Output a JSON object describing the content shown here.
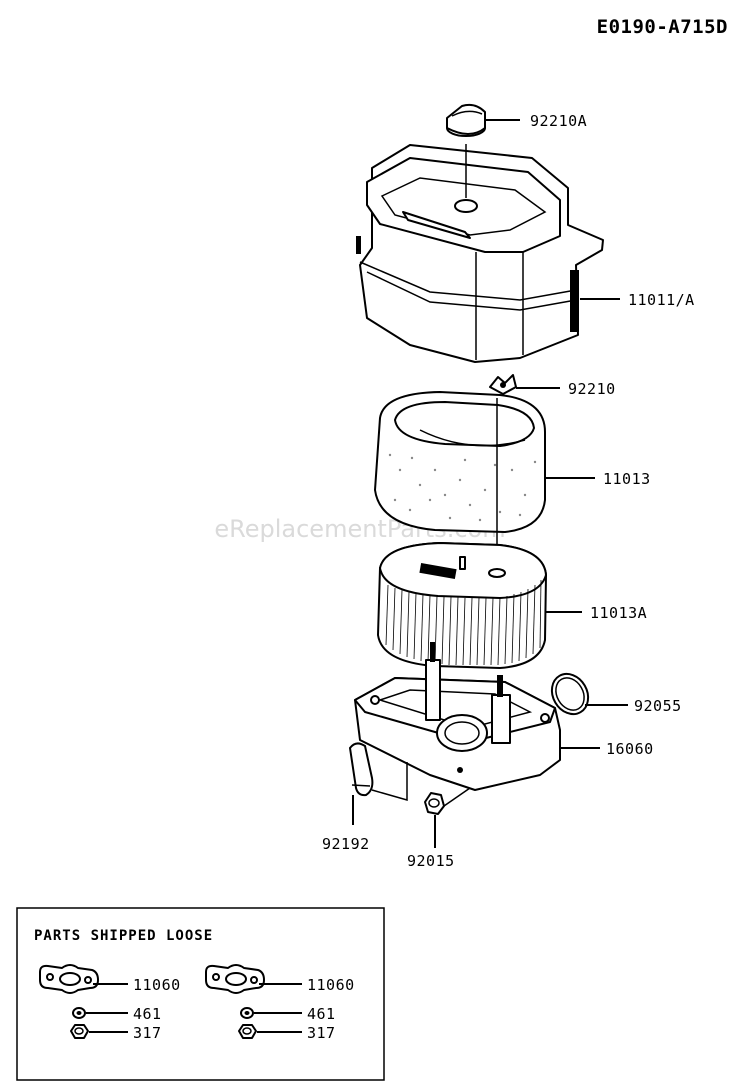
{
  "diagram_code": "E0190-A715D",
  "watermark": "eReplacementParts.com",
  "callouts": [
    {
      "id": "cap-knob",
      "label": "92210A"
    },
    {
      "id": "cover",
      "label": "11011/A"
    },
    {
      "id": "wing-nut",
      "label": "92210"
    },
    {
      "id": "pre-cleaner",
      "label": "11013"
    },
    {
      "id": "filter-element",
      "label": "11013A"
    },
    {
      "id": "seal-ring",
      "label": "92055"
    },
    {
      "id": "base",
      "label": "16060"
    },
    {
      "id": "breather-pipe",
      "label": "92192"
    },
    {
      "id": "base-nut",
      "label": "92015"
    }
  ],
  "loose_parts": {
    "title": "PARTS SHIPPED LOOSE",
    "groups": [
      {
        "gasket": "11060",
        "washer": "461",
        "nut": "317"
      },
      {
        "gasket": "11060",
        "washer": "461",
        "nut": "317"
      }
    ]
  }
}
